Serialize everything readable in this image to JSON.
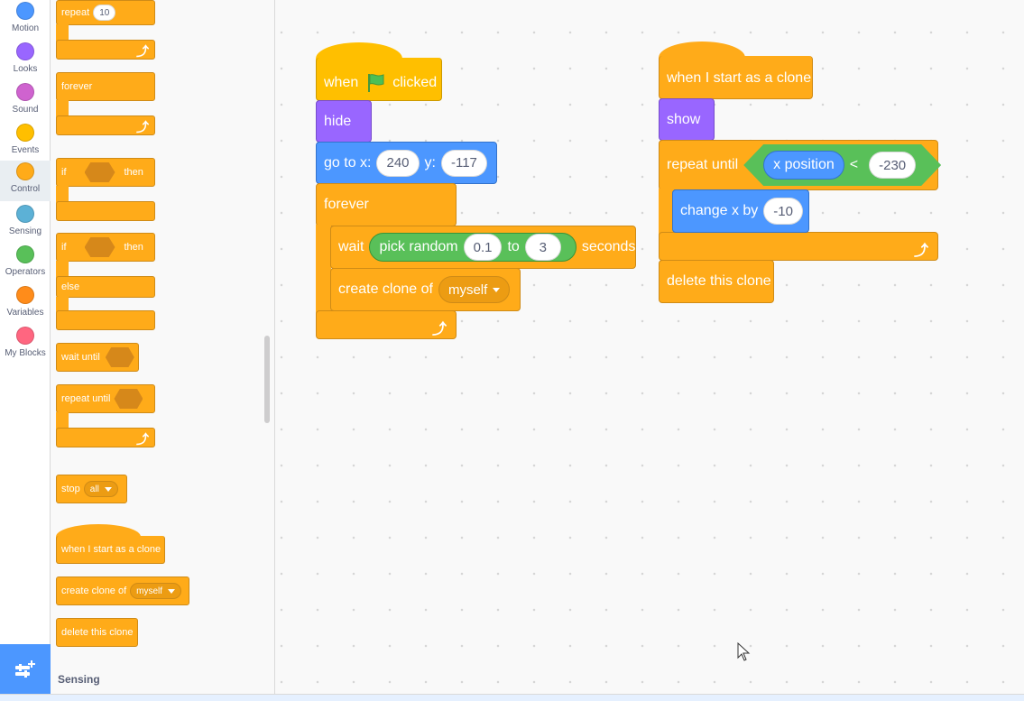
{
  "categories": [
    {
      "label": "Motion",
      "color": "#4c97ff"
    },
    {
      "label": "Looks",
      "color": "#9966ff"
    },
    {
      "label": "Sound",
      "color": "#cf63cf"
    },
    {
      "label": "Events",
      "color": "#ffbf00"
    },
    {
      "label": "Control",
      "color": "#ffab19",
      "selected": true
    },
    {
      "label": "Sensing",
      "color": "#5cb1d6"
    },
    {
      "label": "Operators",
      "color": "#59c059"
    },
    {
      "label": "Variables",
      "color": "#ff8c1a"
    },
    {
      "label": "My Blocks",
      "color": "#ff6680"
    }
  ],
  "extensions_button_icon": "add-extension-icon",
  "palette": {
    "repeat_label": "repeat",
    "repeat_count": "10",
    "forever_label": "forever",
    "if_label": "if",
    "then_label": "then",
    "if_else_if_label": "if",
    "if_else_then_label": "then",
    "else_label": "else",
    "wait_until_label": "wait until",
    "repeat_until_label": "repeat until",
    "stop_label": "stop",
    "stop_option": "all",
    "clone_hat_label": "when I start as a clone",
    "create_clone_label": "create clone of",
    "create_clone_option": "myself",
    "delete_clone_label": "delete this clone",
    "next_section": "Sensing"
  },
  "script1": {
    "hat_when": "when",
    "hat_clicked": "clicked",
    "hide_label": "hide",
    "goto_label": "go to x:",
    "goto_x": "240",
    "goto_y_label": "y:",
    "goto_y": "-117",
    "forever_label": "forever",
    "wait_label": "wait",
    "pick_random_label": "pick random",
    "random_from": "0.1",
    "random_to_label": "to",
    "random_to": "3",
    "seconds_label": "seconds",
    "create_clone_label": "create clone of",
    "create_clone_option": "myself"
  },
  "script2": {
    "hat_label": "when I start as a clone",
    "show_label": "show",
    "repeat_until_label": "repeat until",
    "x_position_label": "x position",
    "lt_label": "<",
    "lt_value": "-230",
    "change_x_label": "change x by",
    "change_x_value": "-10",
    "delete_clone_label": "delete this clone"
  }
}
